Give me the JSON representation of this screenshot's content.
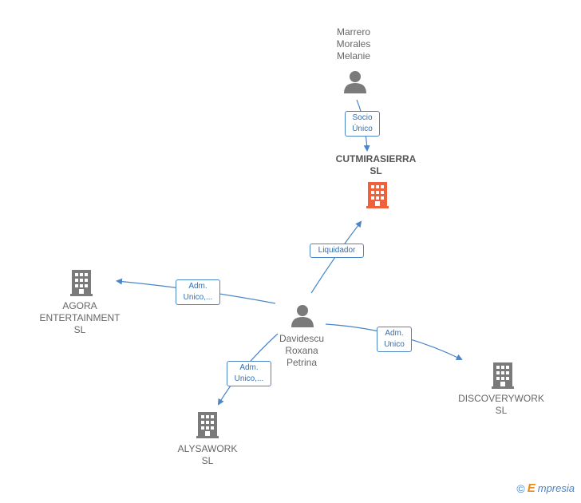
{
  "nodes": {
    "marrero": {
      "label": "Marrero\nMorales\nMelanie",
      "type": "person"
    },
    "cutmira": {
      "label": "CUTMIRASIERRA\nSL",
      "type": "company-focus"
    },
    "davidescu": {
      "label": "Davidescu\nRoxana\nPetrina",
      "type": "person"
    },
    "agora": {
      "label": "AGORA\nENTERTAINMENT\nSL",
      "type": "company"
    },
    "alysawork": {
      "label": "ALYSAWORK\nSL",
      "type": "company"
    },
    "discovery": {
      "label": "DISCOVERYWORK\nSL",
      "type": "company"
    }
  },
  "edges": {
    "socio": {
      "label": "Socio\nÚnico",
      "from": "marrero",
      "to": "cutmira"
    },
    "liquidador": {
      "label": "Liquidador",
      "from": "davidescu",
      "to": "cutmira"
    },
    "adm_agora": {
      "label": "Adm.\nUnico,...",
      "from": "davidescu",
      "to": "agora"
    },
    "adm_alysa": {
      "label": "Adm.\nUnico,...",
      "from": "davidescu",
      "to": "alysawork"
    },
    "adm_discovery": {
      "label": "Adm.\nUnico",
      "from": "davidescu",
      "to": "discovery"
    }
  },
  "colors": {
    "edge": "#4a86c8",
    "person": "#7a7a7a",
    "company": "#7a7a7a",
    "focus": "#f0603a"
  },
  "brand": {
    "copyright": "©",
    "initial": "E",
    "rest": "mpresia"
  }
}
